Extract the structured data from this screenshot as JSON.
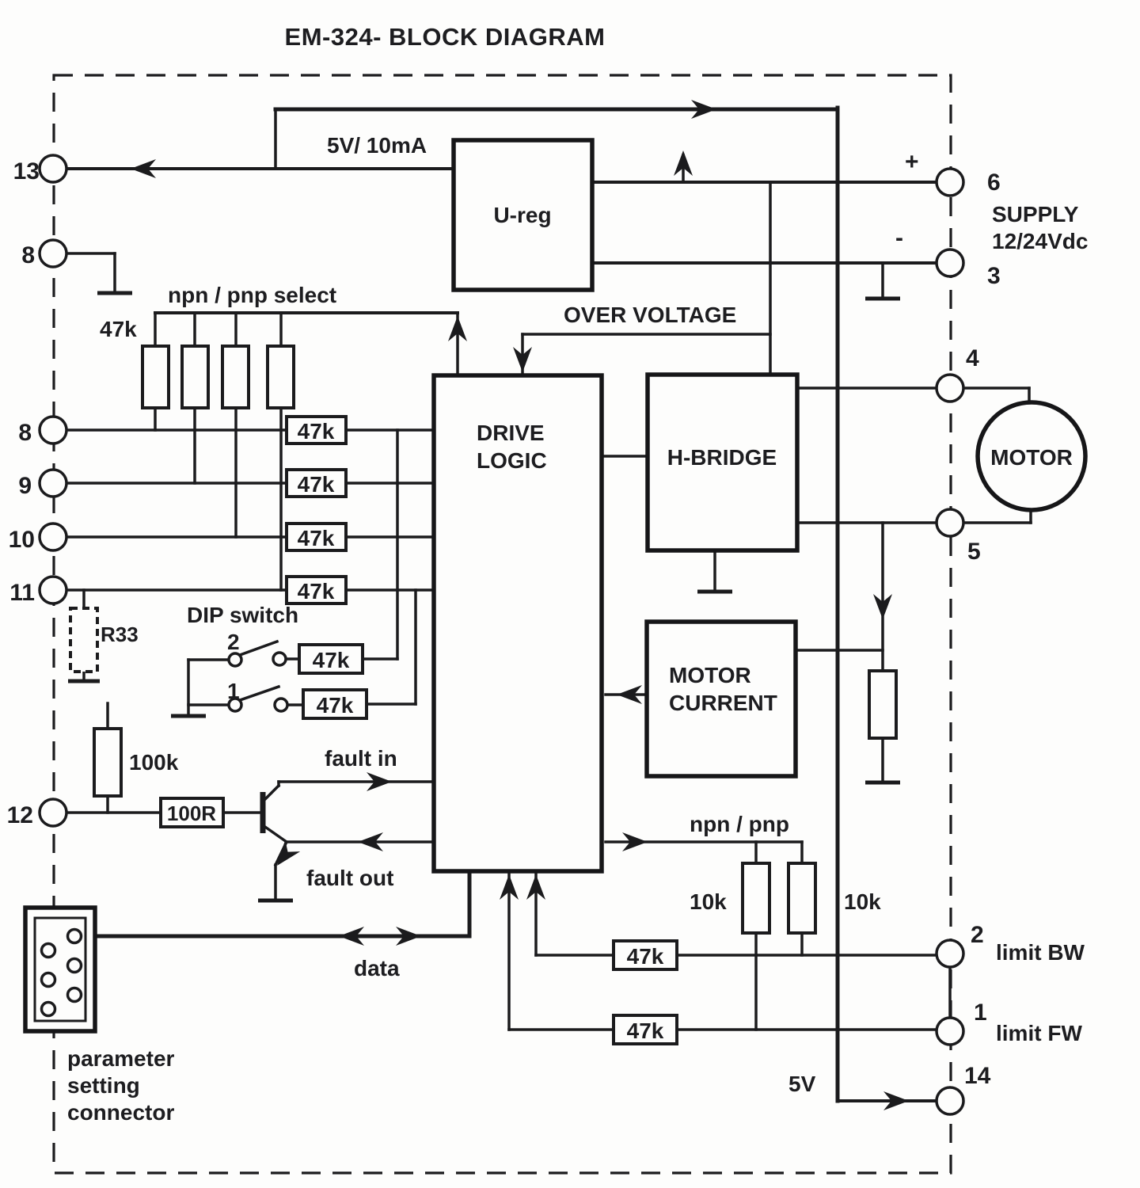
{
  "title": "EM-324- BLOCK DIAGRAM",
  "blocks": {
    "u_reg": "U-reg",
    "drive_logic": [
      "DRIVE",
      "LOGIC"
    ],
    "h_bridge": "H-BRIDGE",
    "motor_current": [
      "MOTOR",
      "CURRENT"
    ],
    "motor": "MOTOR"
  },
  "terminals": {
    "left": {
      "t13": "13",
      "t8_top": "8",
      "t8": "8",
      "t9": "9",
      "t10": "10",
      "t11": "11",
      "t12": "12"
    },
    "right": {
      "t6": "6",
      "t3": "3",
      "t4": "4",
      "t5": "5",
      "t2": "2",
      "t1": "1",
      "t14": "14"
    }
  },
  "supply": {
    "plus_sign": "+",
    "minus_sign": "-",
    "name": "SUPPLY",
    "voltage": "12/24Vdc"
  },
  "signal_labels": {
    "reg_output": "5V/ 10mA",
    "npn_pnp_select": "npn / pnp  select",
    "pullup_group": "47k",
    "dip_switch": "DIP switch",
    "dip_2": "2",
    "dip_1": "1",
    "r33": "R33",
    "r100k": "100k",
    "fault_in": "fault in",
    "fault_out": "fault out",
    "data": "data",
    "over_voltage": "OVER VOLTAGE",
    "npn_pnp": "npn / pnp",
    "r10k_left": "10k",
    "r10k_right": "10k",
    "v5": "5V",
    "limit_bw": "limit BW",
    "limit_fw": "limit FW",
    "connector_caption": [
      "parameter",
      "setting",
      "connector"
    ]
  },
  "resistor_labels": {
    "in8": "47k",
    "in9": "47k",
    "in10": "47k",
    "in11": "47k",
    "dip2": "47k",
    "dip1": "47k",
    "bw": "47k",
    "fw": "47k",
    "series_100r": "100R"
  },
  "colors": {
    "line": "#1b1b1d",
    "background": "#fdfdfc",
    "text": "#1d1d20"
  }
}
